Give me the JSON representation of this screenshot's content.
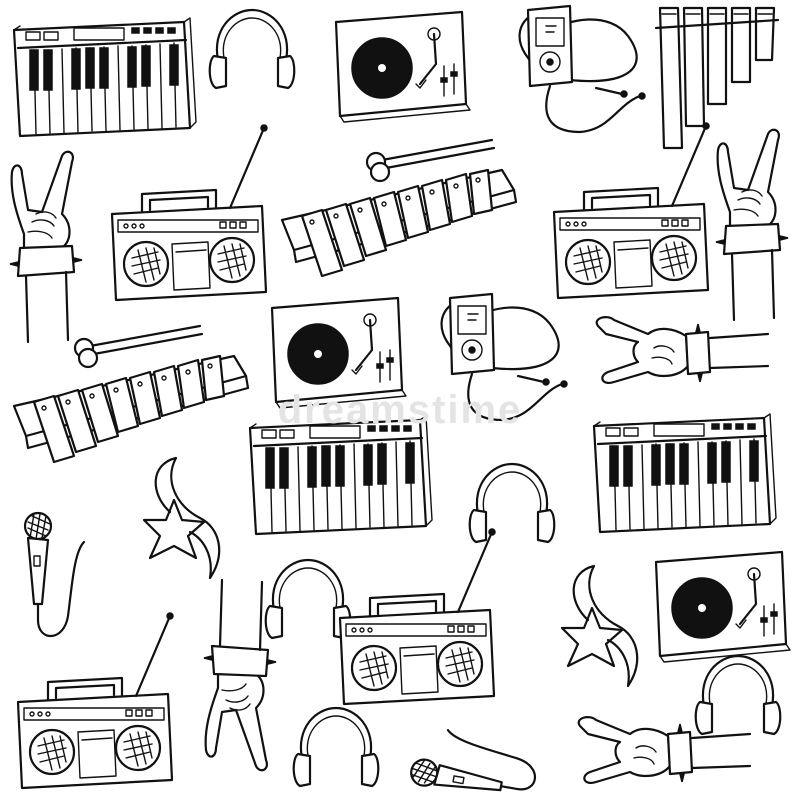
{
  "image": {
    "background": "#ffffff",
    "ink_color": "#111111",
    "style": "hand-drawn doodle pattern",
    "watermark": "dreamstime"
  },
  "icons": [
    {
      "name": "piano-keyboard-icon",
      "count": 3
    },
    {
      "name": "turntable-icon",
      "count": 3
    },
    {
      "name": "mp3-player-icon",
      "count": 2
    },
    {
      "name": "pan-flute-icon",
      "count": 1
    },
    {
      "name": "rock-hand-icon",
      "count": 5
    },
    {
      "name": "boombox-icon",
      "count": 4
    },
    {
      "name": "xylophone-icon",
      "count": 2
    },
    {
      "name": "headphones-icon",
      "count": 5
    },
    {
      "name": "shooting-star-icon",
      "count": 2
    },
    {
      "name": "microphone-icon",
      "count": 2
    }
  ]
}
